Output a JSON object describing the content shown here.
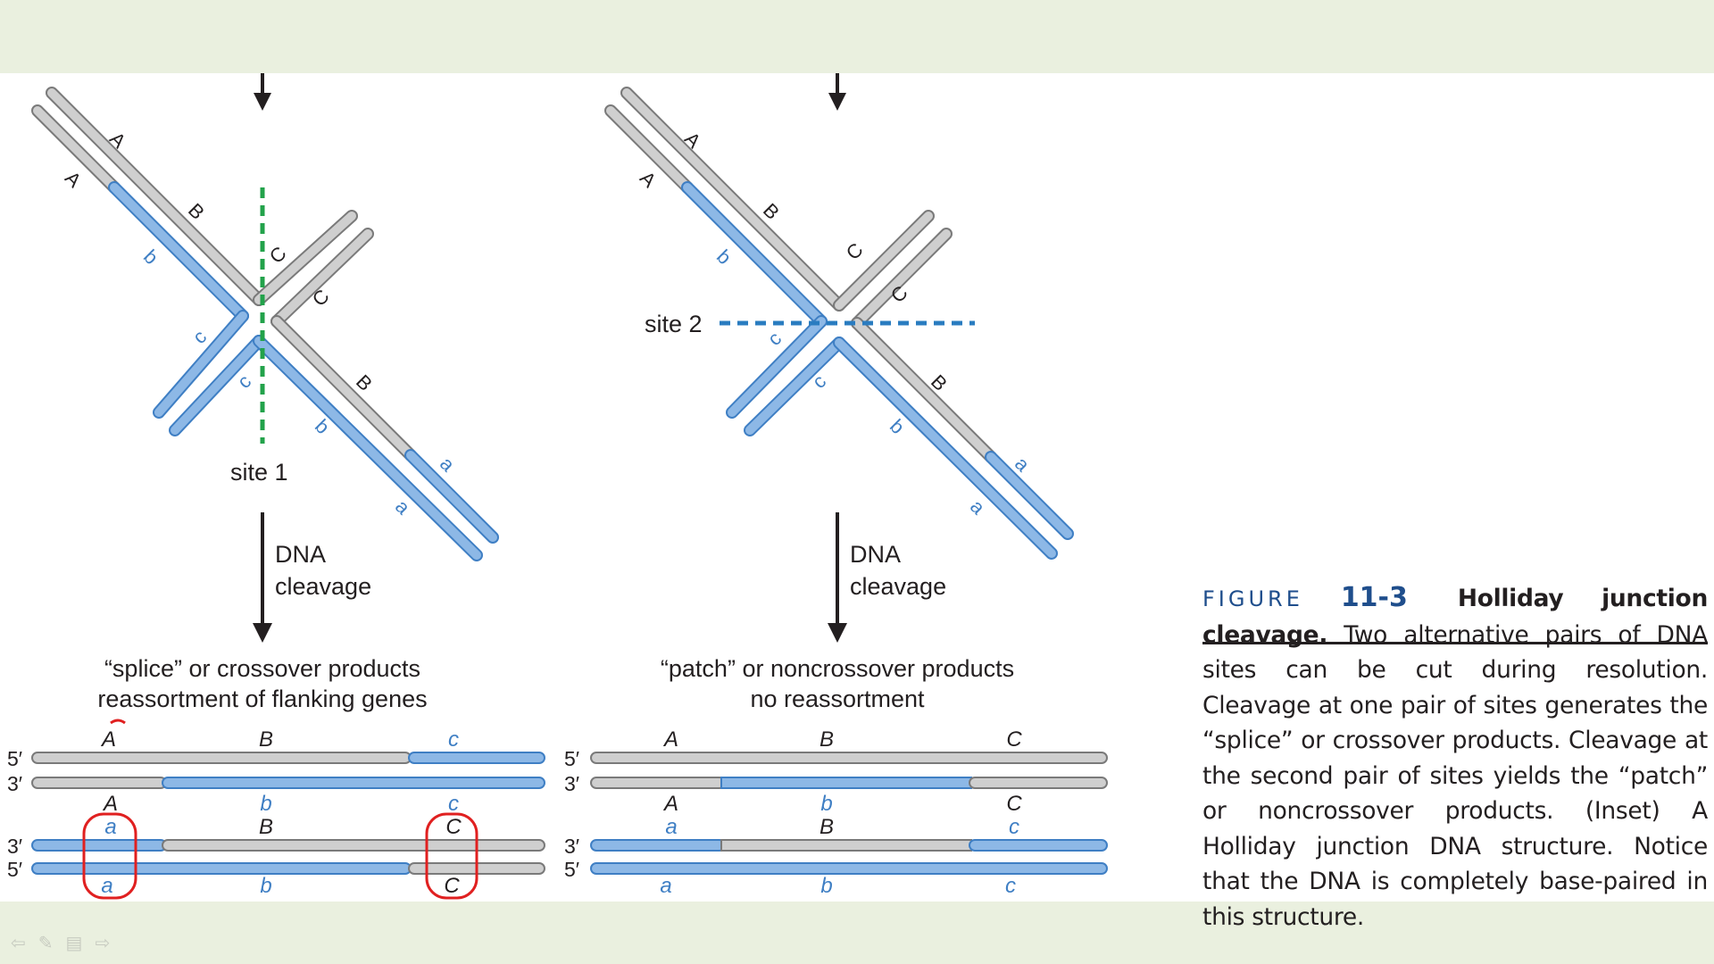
{
  "diagram": {
    "panel_left": {
      "site_label": "site 1",
      "arrow_label_line1": "DNA",
      "arrow_label_line2": "cleavage",
      "result_line1": "“splice” or crossover products",
      "result_line2": "reassortment of flanking genes",
      "labels": {
        "A1": "A",
        "A2": "A",
        "B1": "B",
        "B2": "B",
        "C1": "C",
        "C2": "C",
        "b1": "b",
        "b2": "b",
        "c1": "c",
        "c2": "c",
        "a1": "a",
        "a2": "a"
      },
      "product1": {
        "top_labels": [
          "A",
          "B",
          "c"
        ],
        "bottom_labels": [
          "A",
          "b",
          "c"
        ]
      },
      "product2": {
        "top_labels": [
          "a",
          "B",
          "C"
        ],
        "bottom_labels": [
          "a",
          "b",
          "C"
        ]
      }
    },
    "panel_right": {
      "site_label": "site 2",
      "arrow_label_line1": "DNA",
      "arrow_label_line2": "cleavage",
      "result_line1": "“patch” or noncrossover products",
      "result_line2": "no reassortment",
      "labels": {
        "A1": "A",
        "A2": "A",
        "B1": "B",
        "B2": "B",
        "C1": "C",
        "C2": "C",
        "b1": "b",
        "b2": "b",
        "c1": "c",
        "c2": "c",
        "a1": "a",
        "a2": "a"
      },
      "product1": {
        "top_labels": [
          "A",
          "B",
          "C"
        ],
        "bottom_labels": [
          "A",
          "b",
          "C"
        ]
      },
      "product2": {
        "top_labels": [
          "a",
          "B",
          "c"
        ],
        "bottom_labels": [
          "a",
          "b",
          "c"
        ]
      }
    },
    "strand_ends": {
      "five_prime": "5′",
      "three_prime": "3′"
    },
    "colors": {
      "gray_strand": "#cfcfcf",
      "blue_strand": "#8db8e6",
      "strand_outline": "#7a7a7a",
      "blue_outline": "#3f7fc4",
      "site1_line": "#22a24a",
      "site2_line": "#2a7cc0",
      "annotation_red": "#e02020"
    }
  },
  "caption": {
    "figure_label": "FIGURE",
    "figure_number": "11-3",
    "title": "Holliday junction cleavage.",
    "body": "Two alternative pairs of DNA sites can be cut during resolution. Cleavage at one pair of sites generates the “splice” or crossover products. Cleavage at the second pair of sites yields the “patch” or noncrossover products. (Inset) A Holliday junction DNA structure. Notice that the DNA is completely base-paired in this structure."
  },
  "nav_icons": [
    "back-arrow-icon",
    "pen-icon",
    "menu-icon",
    "forward-arrow-icon"
  ]
}
